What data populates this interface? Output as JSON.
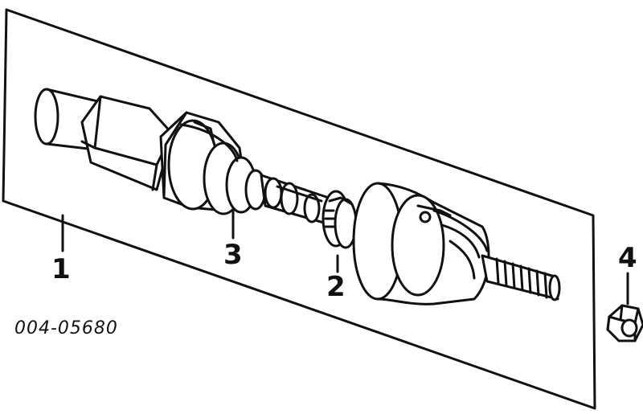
{
  "diagram": {
    "part_code": "004-05680",
    "callouts": [
      {
        "id": "c1",
        "label": "1"
      },
      {
        "id": "c2",
        "label": "2"
      },
      {
        "id": "c3",
        "label": "3"
      },
      {
        "id": "c4",
        "label": "4"
      }
    ],
    "colors": {
      "ink": "#111111",
      "paper": "#ffffff"
    }
  }
}
